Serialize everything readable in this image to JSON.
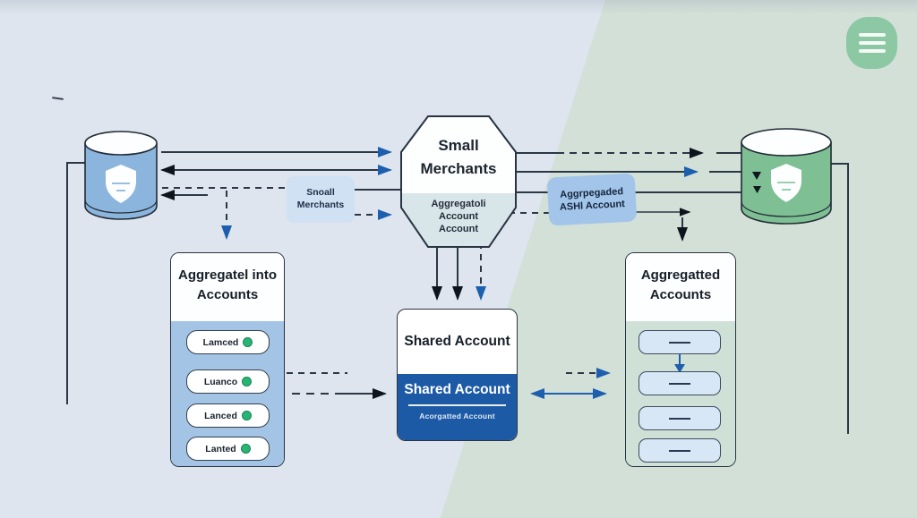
{
  "menu": {
    "icon": "hamburger-icon",
    "color": "#8cc8a3"
  },
  "octagon": {
    "title_line1": "Small",
    "title_line2": "Merchants",
    "subtitle_lines": {
      "0": "Aggregatoli",
      "1": "Account",
      "2": "Account"
    }
  },
  "left_note": {
    "line1": "Snoall",
    "line2": "Merchants"
  },
  "right_note": {
    "line1": "Aggrpegaded",
    "line2": "ASHl Account"
  },
  "left_panel": {
    "title_line1": "Aggregatel into",
    "title_line2": "Accounts",
    "items": [
      {
        "label": "Lamced"
      },
      {
        "label": "Luanco"
      },
      {
        "label": "Lanced"
      },
      {
        "label": "Lanted"
      }
    ]
  },
  "shared_box": {
    "title": "Shared Account",
    "band_title": "Shared Account",
    "subtitle": "Acorgatted Account"
  },
  "right_panel": {
    "title_line1": "Aggregatted",
    "title_line2": "Accounts"
  },
  "colors": {
    "left_db": "#8bb5dd",
    "right_db": "#7ebf94",
    "accent_blue": "#1d5fae",
    "shared_blue": "#1c5aa6",
    "bg_left": "#dee5ee",
    "bg_right": "#d3e0d8"
  }
}
